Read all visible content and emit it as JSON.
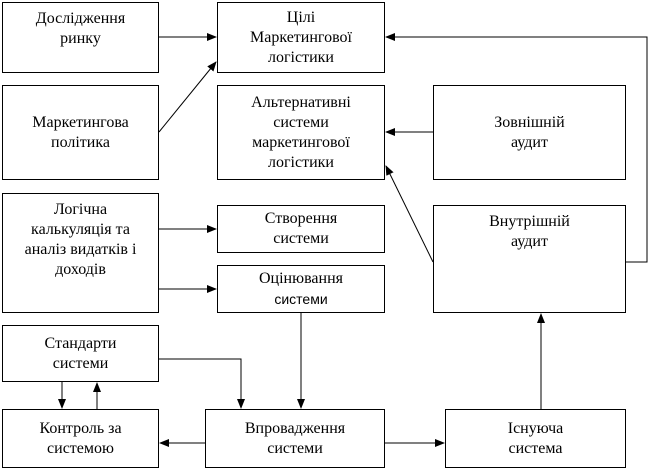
{
  "boxes": {
    "research": "Дослідження\nринку",
    "goals": "Цілі\nМаркетингової\nлогістики",
    "policy": "Маркетингова\nполітика",
    "alternatives": "Альтернативні\nсистеми\nмаркетингової\nлогістики",
    "external_audit": "Зовнішній\nаудит",
    "calculation": "Логічна\nкалькуляція та\nаналіз видатків і\nдоходів",
    "creation": "Створення\nсистеми",
    "evaluation_title": "Оцінювання",
    "evaluation_sub": "системи",
    "internal_audit": "Внутрішній\nаудит",
    "standards": "Стандарти\nсистеми",
    "control": "Контроль за\nсистемою",
    "implementation": "Впровадження\nсистеми",
    "existing": "Існуюча\nсистема"
  },
  "colors": {
    "line": "#000000",
    "box_fill": "#ffffff",
    "box_border": "#000000"
  }
}
